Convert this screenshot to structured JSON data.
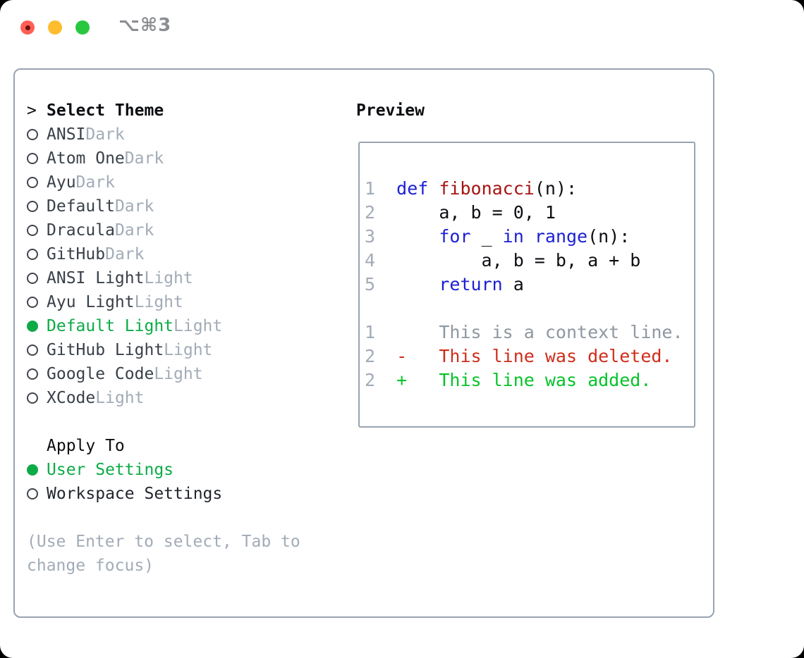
{
  "window": {
    "title": "⌥⌘3"
  },
  "theme_selector": {
    "focus_arrow": ">",
    "header": "Select Theme",
    "themes": [
      {
        "name": "ANSI",
        "variant": "Dark",
        "selected": false
      },
      {
        "name": "Atom One",
        "variant": "Dark",
        "selected": false
      },
      {
        "name": "Ayu",
        "variant": "Dark",
        "selected": false
      },
      {
        "name": "Default",
        "variant": "Dark",
        "selected": false
      },
      {
        "name": "Dracula",
        "variant": "Dark",
        "selected": false
      },
      {
        "name": "GitHub",
        "variant": "Dark",
        "selected": false
      },
      {
        "name": "ANSI Light",
        "variant": "Light",
        "selected": false
      },
      {
        "name": "Ayu Light",
        "variant": "Light",
        "selected": false
      },
      {
        "name": "Default Light",
        "variant": "Light",
        "selected": true
      },
      {
        "name": "GitHub Light",
        "variant": "Light",
        "selected": false
      },
      {
        "name": "Google Code",
        "variant": "Light",
        "selected": false
      },
      {
        "name": "XCode",
        "variant": "Light",
        "selected": false
      }
    ],
    "apply_to": {
      "header": "Apply To",
      "options": [
        {
          "name": "User Settings",
          "selected": true
        },
        {
          "name": "Workspace Settings",
          "selected": false
        }
      ]
    },
    "hint": "(Use Enter to select, Tab to\nchange focus)"
  },
  "preview": {
    "header": "Preview",
    "lines": [
      {
        "gutter": "",
        "tokens": []
      },
      {
        "gutter": "1",
        "tokens": [
          [
            "p",
            " "
          ],
          [
            "kw",
            "def"
          ],
          [
            "p",
            " "
          ],
          [
            "fn",
            "fibonacci"
          ],
          [
            "p",
            "(n):"
          ]
        ]
      },
      {
        "gutter": "2",
        "tokens": [
          [
            "p",
            "     a, b = 0, 1"
          ]
        ]
      },
      {
        "gutter": "3",
        "tokens": [
          [
            "p",
            "     "
          ],
          [
            "kw",
            "for"
          ],
          [
            "p",
            " _ "
          ],
          [
            "kw",
            "in"
          ],
          [
            "p",
            " "
          ],
          [
            "kw",
            "range"
          ],
          [
            "p",
            "(n):"
          ]
        ]
      },
      {
        "gutter": "4",
        "tokens": [
          [
            "p",
            "         a, b = b, a + b"
          ]
        ]
      },
      {
        "gutter": "5",
        "tokens": [
          [
            "p",
            "     "
          ],
          [
            "kw",
            "return"
          ],
          [
            "p",
            " a"
          ]
        ]
      },
      {
        "gutter": "",
        "tokens": []
      },
      {
        "gutter": "1",
        "tokens": [
          [
            "ctx",
            "     This is a context line."
          ]
        ]
      },
      {
        "gutter": "2",
        "tokens": [
          [
            "del",
            " -   This line was deleted."
          ]
        ]
      },
      {
        "gutter": "2",
        "tokens": [
          [
            "add",
            " +   This line was added."
          ]
        ]
      },
      {
        "gutter": "",
        "tokens": []
      }
    ]
  },
  "colors": {
    "accent_green": "#0cab47",
    "added_green": "#06c32a",
    "deleted_red": "#ce2e1b",
    "keyword_blue": "#1c20d2",
    "function_red": "#a61414",
    "muted": "#a2abb7",
    "ink": "#0c0e12",
    "theme_name": "#3a4049",
    "context_gray": "#8f97a1",
    "border_gray": "#9aa3b1",
    "title_gray": "#8b8e93",
    "traffic_red": "#ff5f57",
    "traffic_red_dot": "#6b100a",
    "traffic_yellow": "#febc2e",
    "traffic_green": "#29c73f"
  }
}
